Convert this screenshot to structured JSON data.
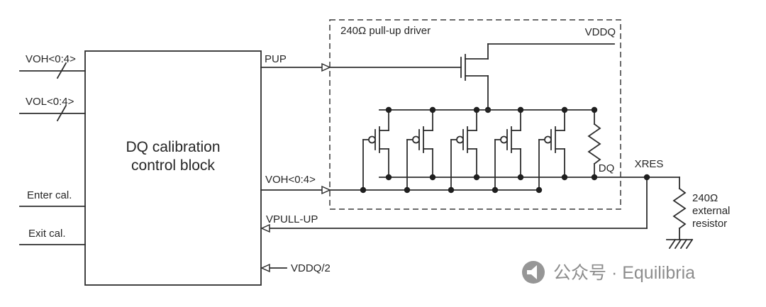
{
  "diagram": {
    "control_block": {
      "line1": "DQ calibration",
      "line2": "control block"
    },
    "left_inputs": {
      "voh": "VOH<0:4>",
      "vol": "VOL<0:4>",
      "enter": "Enter cal.",
      "exit": "Exit cal."
    },
    "block_signals": {
      "pup": "PUP",
      "voh": "VOH<0:4>",
      "vpullup": "VPULL-UP",
      "vddq2": "VDDQ/2"
    },
    "driver": {
      "title": "240Ω pull-up driver",
      "vddq": "VDDQ",
      "dq": "DQ"
    },
    "external": {
      "xres": "XRES",
      "res_line1": "240Ω",
      "res_line2": "external",
      "res_line3": "resistor"
    },
    "watermark": {
      "text": "公众号 · Equilibria"
    }
  }
}
